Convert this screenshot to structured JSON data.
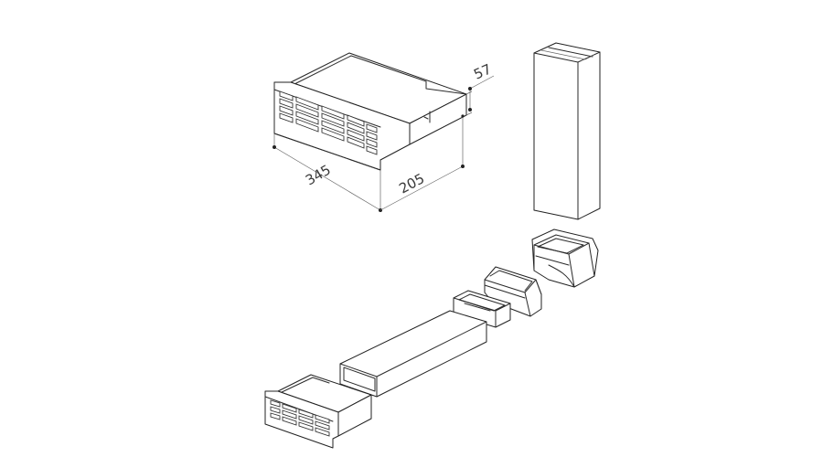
{
  "dimensions": {
    "height": "57",
    "width": "345",
    "depth": "205"
  },
  "colors": {
    "line": "#2a2a2a",
    "background": "#ffffff"
  },
  "components": [
    {
      "name": "plinth-fan-unit-dimensioned"
    },
    {
      "name": "vertical-duct"
    },
    {
      "name": "duct-elbow"
    },
    {
      "name": "duct-adapter"
    },
    {
      "name": "duct-connector"
    },
    {
      "name": "flat-duct"
    },
    {
      "name": "plinth-fan-unit"
    }
  ]
}
